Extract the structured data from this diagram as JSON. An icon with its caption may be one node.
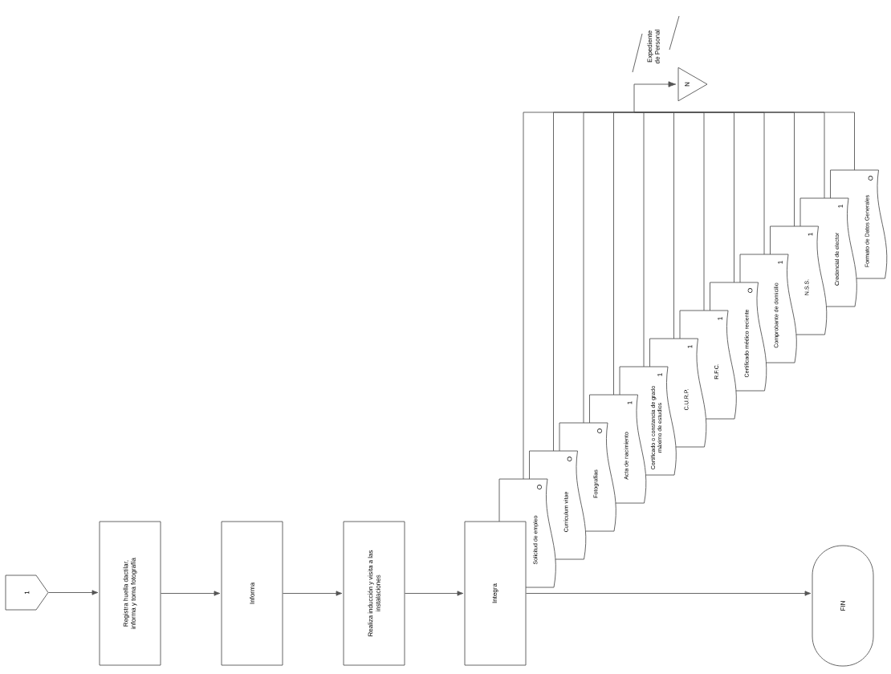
{
  "diagram": {
    "nodes": [
      {
        "text": [
          "1"
        ]
      },
      {
        "text": [
          "Registra huella dactilar, informa y toma fotografía"
        ]
      },
      {
        "text": [
          "Informa"
        ]
      },
      {
        "text": [
          "Realiza inducción y visita a las instalaciones"
        ]
      },
      {
        "text": [
          "Integra"
        ]
      },
      {
        "text": [
          "Solicitud de empleo",
          "O"
        ]
      },
      {
        "text": [
          "Curriculum vitae",
          "O"
        ]
      },
      {
        "text": [
          "Fotografías",
          "O"
        ]
      },
      {
        "text": [
          "Acta de nacimiento",
          "1"
        ]
      },
      {
        "text": [
          "Certificado o constancia de grado máximo de estudios",
          "1"
        ]
      },
      {
        "text": [
          "C.U.R.P.",
          "1"
        ]
      },
      {
        "text": [
          "R.F.C.",
          "1"
        ]
      },
      {
        "text": [
          "Certificado médico reciente",
          "O"
        ]
      },
      {
        "text": [
          "Comprobante de domicilio",
          "1"
        ]
      },
      {
        "text": [
          "N.S.S.",
          "1"
        ]
      },
      {
        "text": [
          "Credencial de elector",
          "1"
        ]
      },
      {
        "text": [
          "Formato de Datos Generales",
          "O"
        ]
      },
      {
        "text": [
          "N"
        ],
        "beside": [
          "Expediente de Personal"
        ]
      },
      {
        "text": [
          "FIN"
        ]
      }
    ],
    "edges": [
      {
        "from": 0,
        "to": 1,
        "arrow": "to"
      },
      {
        "from": 1,
        "to": 2,
        "arrow": "to"
      },
      {
        "from": 2,
        "to": 3,
        "arrow": "to"
      },
      {
        "from": 3,
        "to": 4,
        "arrow": "to"
      },
      {
        "from": 4,
        "to": 18,
        "arrow": "to"
      },
      {
        "from": 5,
        "to": 17,
        "arrow": "to"
      },
      {
        "from": 6,
        "to": 17,
        "arrow": "to"
      },
      {
        "from": 7,
        "to": 17,
        "arrow": "to"
      },
      {
        "from": 8,
        "to": 17,
        "arrow": "to"
      },
      {
        "from": 9,
        "to": 17,
        "arrow": "to"
      },
      {
        "from": 10,
        "to": 17,
        "arrow": "to"
      },
      {
        "from": 11,
        "to": 17,
        "arrow": "to"
      },
      {
        "from": 12,
        "to": 17,
        "arrow": "to"
      },
      {
        "from": 13,
        "to": 17,
        "arrow": "to"
      },
      {
        "from": 14,
        "to": 17,
        "arrow": "to"
      },
      {
        "from": 15,
        "to": 17,
        "arrow": "to"
      },
      {
        "from": 16,
        "to": 17,
        "arrow": "to"
      }
    ]
  }
}
